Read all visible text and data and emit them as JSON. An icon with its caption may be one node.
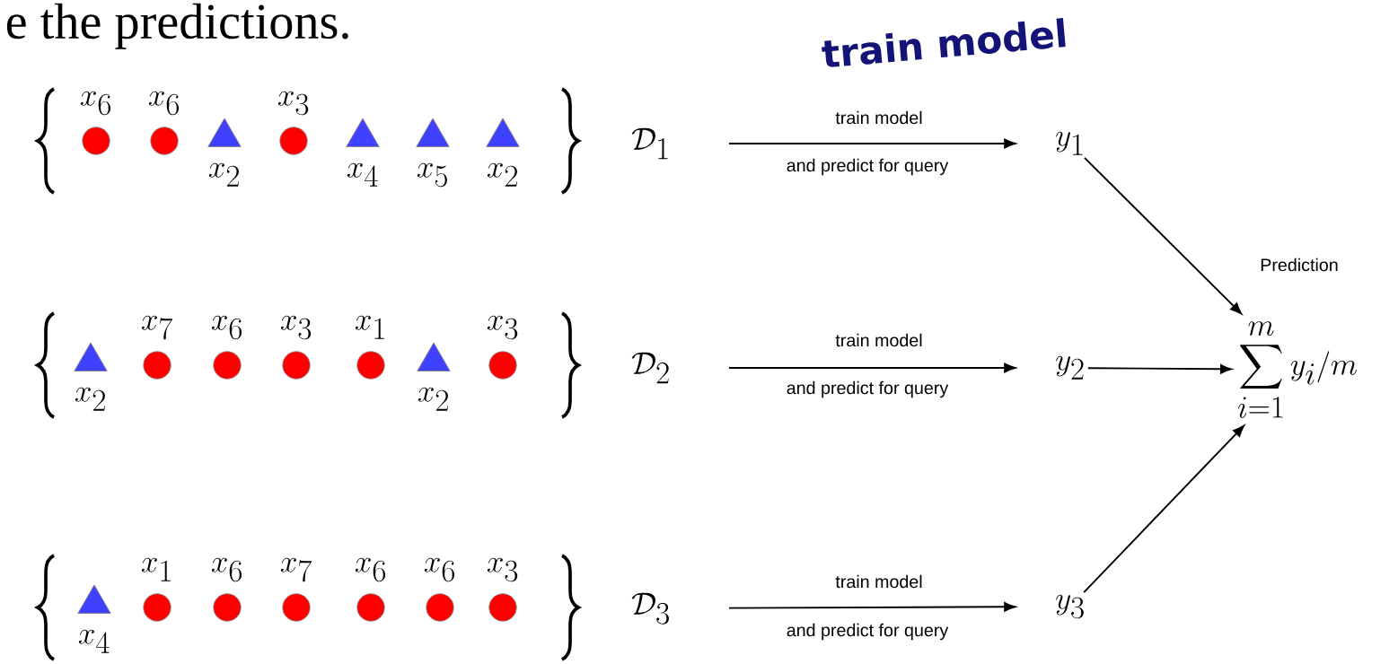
{
  "diagram": {
    "nodes": [
      {
        "text": [
          "\\mathcal{D}_1"
        ]
      },
      {
        "text": [
          "\\mathcal{D}_2"
        ]
      },
      {
        "text": [
          "\\mathcal{D}_3"
        ]
      },
      {
        "text": [
          "y_1"
        ]
      },
      {
        "text": [
          "y_2"
        ]
      },
      {
        "text": [
          "y_3"
        ]
      },
      {
        "text": [
          "\\sum_{i=1}^{m} y_i/m"
        ],
        "beside": [
          "Prediction"
        ]
      }
    ],
    "edges": [
      {
        "from": 0,
        "to": 3,
        "arrow": "to",
        "label": "train model"
      },
      {
        "from": 1,
        "to": 4,
        "arrow": "to",
        "label": "train model"
      },
      {
        "from": 2,
        "to": 5,
        "arrow": "to",
        "label": "train model"
      },
      {
        "from": 3,
        "to": 6,
        "arrow": "to"
      },
      {
        "from": 4,
        "to": 6,
        "arrow": "to"
      },
      {
        "from": 5,
        "to": 6,
        "arrow": "to"
      }
    ],
    "labels": [
      "e the predictions.",
      "train model",
      "x_6",
      "x_6",
      "x_2",
      "x_3",
      "x_4",
      "x_5",
      "x_2",
      "x_2",
      "x_7",
      "x_6",
      "x_3",
      "x_1",
      "x_2",
      "x_3",
      "x_4",
      "x_1",
      "x_6",
      "x_7",
      "x_6",
      "x_6",
      "x_3",
      "and predict for query",
      "and predict for query",
      "and predict for query"
    ]
  }
}
